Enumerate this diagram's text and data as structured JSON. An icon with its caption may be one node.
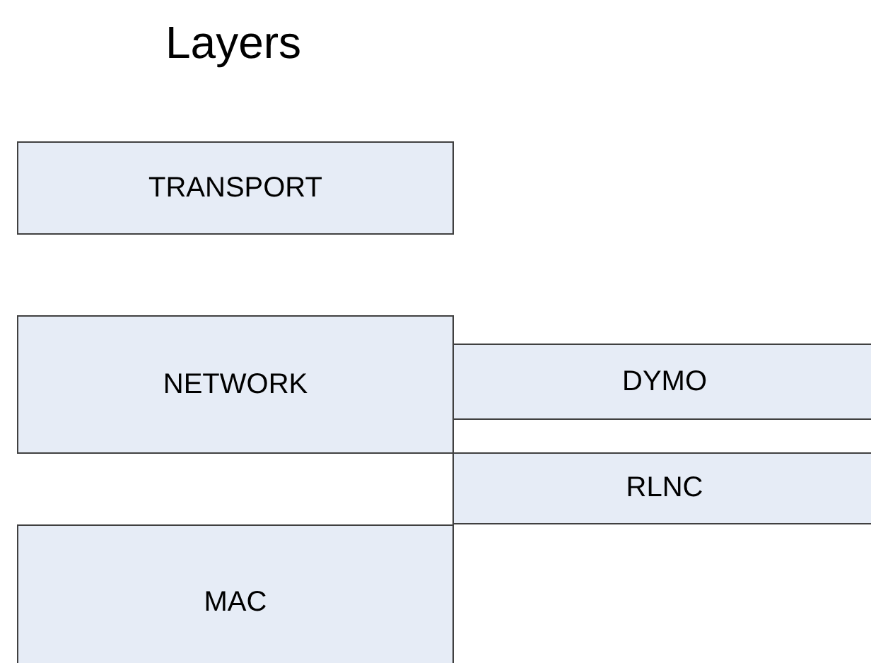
{
  "diagram": {
    "title": "Layers",
    "nodes": [
      {
        "text": [
          "TRANSPORT"
        ]
      },
      {
        "text": [
          "NETWORK"
        ]
      },
      {
        "text": [
          "DYMO"
        ]
      },
      {
        "text": [
          "RLNC"
        ]
      },
      {
        "text": [
          "MAC"
        ]
      }
    ]
  }
}
